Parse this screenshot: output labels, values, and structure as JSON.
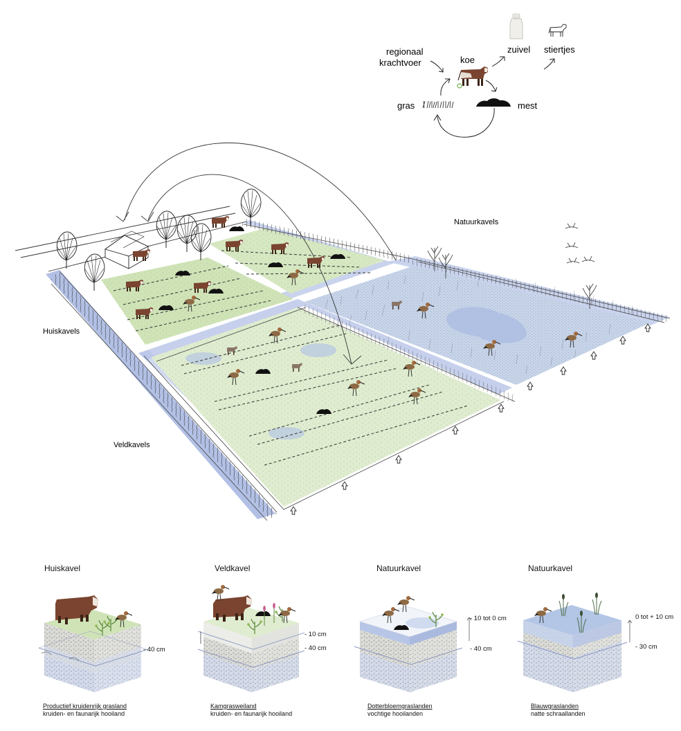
{
  "cycle": {
    "feed": "regionaal\nkrachtvoer",
    "cow": "koe",
    "dairy": "zuivel",
    "calves": "stiertjes",
    "grass": "gras",
    "manure": "mest"
  },
  "regions": {
    "home": "Huiskavels",
    "field": "Veldkavels",
    "nature": "Natuurkavels"
  },
  "sections": [
    {
      "title": "Huiskavel",
      "caption_title": "Productief kruidenrijk grasland",
      "caption_sub": "kruiden- en faunarijk hooiland",
      "depth_labels": [
        "- 40 cm"
      ]
    },
    {
      "title": "Veldkavel",
      "caption_title": "Kamgrasweiland",
      "caption_sub": "kruiden- en faunarijk hooiland",
      "depth_labels": [
        "- 10 cm",
        "- 40 cm"
      ]
    },
    {
      "title": "Natuurkavel",
      "caption_title": "Dotterbloemgraslanden",
      "caption_sub": "vochtige hooilanden",
      "depth_labels": [
        "- 10 tot 0 cm",
        "- 40 cm"
      ]
    },
    {
      "title": "Natuurkavel",
      "caption_title": "Blauwgraslanden",
      "caption_sub": "natte schraallanden",
      "depth_labels": [
        "0 tot + 10 cm",
        "- 30 cm"
      ]
    }
  ],
  "colors": {
    "grass_field": "#dfeccf",
    "grass_home": "#cfe3b7",
    "nature_field": "#c9d6ea",
    "pool": "#aebfe2",
    "ditch": "#aab9e3",
    "soil_top": "#e9e9e6",
    "groundwater": "#dde4f3",
    "cow": "#7a4430",
    "manure": "#111111"
  }
}
